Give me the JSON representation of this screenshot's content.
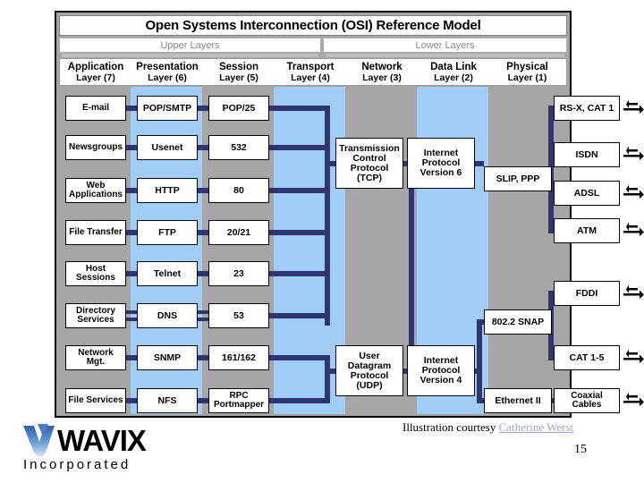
{
  "slide": {
    "page_number": "15",
    "credit_prefix": "Illustration courtesy ",
    "credit_link": "Catherine Werst",
    "logo_name": "WAVIX",
    "logo_sub": "Incorporated"
  },
  "diagram": {
    "title": "Open Systems Interconnection (OSI) Reference Model",
    "bands": [
      {
        "label": "Upper Layers"
      },
      {
        "label": "Lower Layers"
      }
    ],
    "columns": [
      {
        "name": "Application Layer",
        "line1": "Application",
        "line2": "Layer (7)",
        "bg": "gray"
      },
      {
        "name": "Presentation Layer",
        "line1": "Presentation",
        "line2": "Layer (6)",
        "bg": "blue"
      },
      {
        "name": "Session Layer",
        "line1": "Session",
        "line2": "Layer (5)",
        "bg": "gray"
      },
      {
        "name": "Transport Layer",
        "line1": "Transport",
        "line2": "Layer (4)",
        "bg": "blue"
      },
      {
        "name": "Network Layer",
        "line1": "Network",
        "line2": "Layer (3)",
        "bg": "gray"
      },
      {
        "name": "Data Link Layer",
        "line1": "Data Link",
        "line2": "Layer (2)",
        "bg": "blue"
      },
      {
        "name": "Physical Layer",
        "line1": "Physical",
        "line2": "Layer (1)",
        "bg": "gray"
      }
    ],
    "application_layer": [
      "E-mail",
      "Newsgroups",
      "Web Applications",
      "File Transfer",
      "Host Sessions",
      "Directory Services",
      "Network Mgt.",
      "File Services"
    ],
    "presentation_layer": [
      "POP/SMTP",
      "Usenet",
      "HTTP",
      "FTP",
      "Telnet",
      "DNS",
      "SNMP",
      "NFS"
    ],
    "session_layer": [
      "POP/25",
      "532",
      "80",
      "20/21",
      "23",
      "53",
      "161/162",
      "RPC Portmapper"
    ],
    "transport_layer": [
      "Transmission Control Protocol (TCP)",
      "User Datagram Protocol (UDP)"
    ],
    "network_layer": [
      "Internet Protocol Version 6",
      "Internet Protocol Version 4"
    ],
    "datalink_layer": [
      "SLIP, PPP",
      "802.2 SNAP",
      "Ethernet II"
    ],
    "physical_layer": [
      "RS-X, CAT 1",
      "ISDN",
      "ADSL",
      "ATM",
      "FDDI",
      "CAT 1-5",
      "Coaxial Cables"
    ],
    "colors": {
      "frame_gray": "#a6a6a6",
      "column_blue": "#9fcdf5",
      "connector_navy": "#2e3570",
      "box_white": "#ffffff",
      "band_text": "#8a8a8a"
    }
  }
}
